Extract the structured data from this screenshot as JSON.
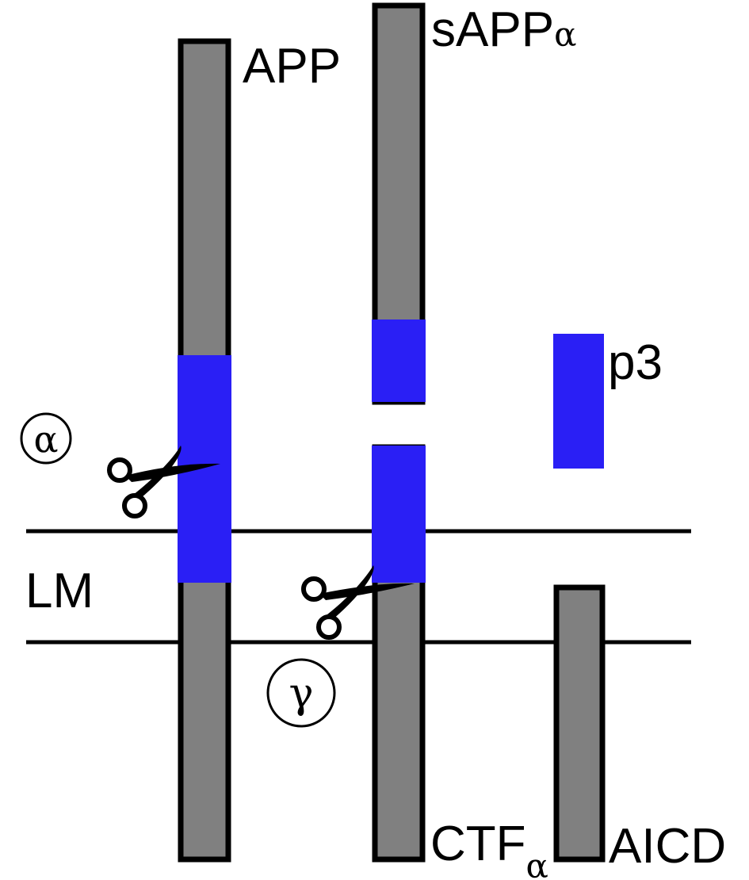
{
  "labels": {
    "app": "APP",
    "sapp": "sAPP",
    "sapp_sub": "α",
    "p3": "p3",
    "lm": "LM",
    "ctf": "CTF",
    "ctf_sub": "α",
    "aicd": "AICD",
    "alpha_secretase": "α",
    "gamma_secretase": "γ"
  },
  "icons": [
    "scissors-icon"
  ],
  "colors": {
    "protein_grey": "#808080",
    "beta_amyloid_blue": "#2a1ff5",
    "outline": "#000000",
    "membrane": "#000000"
  }
}
